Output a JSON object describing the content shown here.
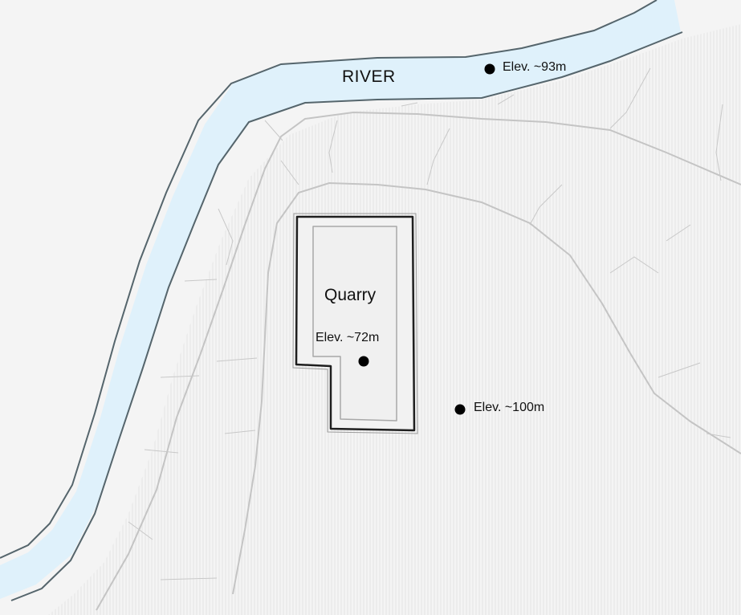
{
  "map": {
    "river_label": "RIVER",
    "quarry_label": "Quarry",
    "points": {
      "quarry_elevation": "Elev. ~72m",
      "river_elevation": "Elev. ~93m",
      "ground_elevation": "Elev. ~100m"
    }
  },
  "colors": {
    "background": "#f4f4f4",
    "river_fill": "#dff1fb",
    "river_bank": "#55656c",
    "contour": "#c4c4c4",
    "quarry_outline": "#1f1f1f",
    "point": "#000000"
  }
}
